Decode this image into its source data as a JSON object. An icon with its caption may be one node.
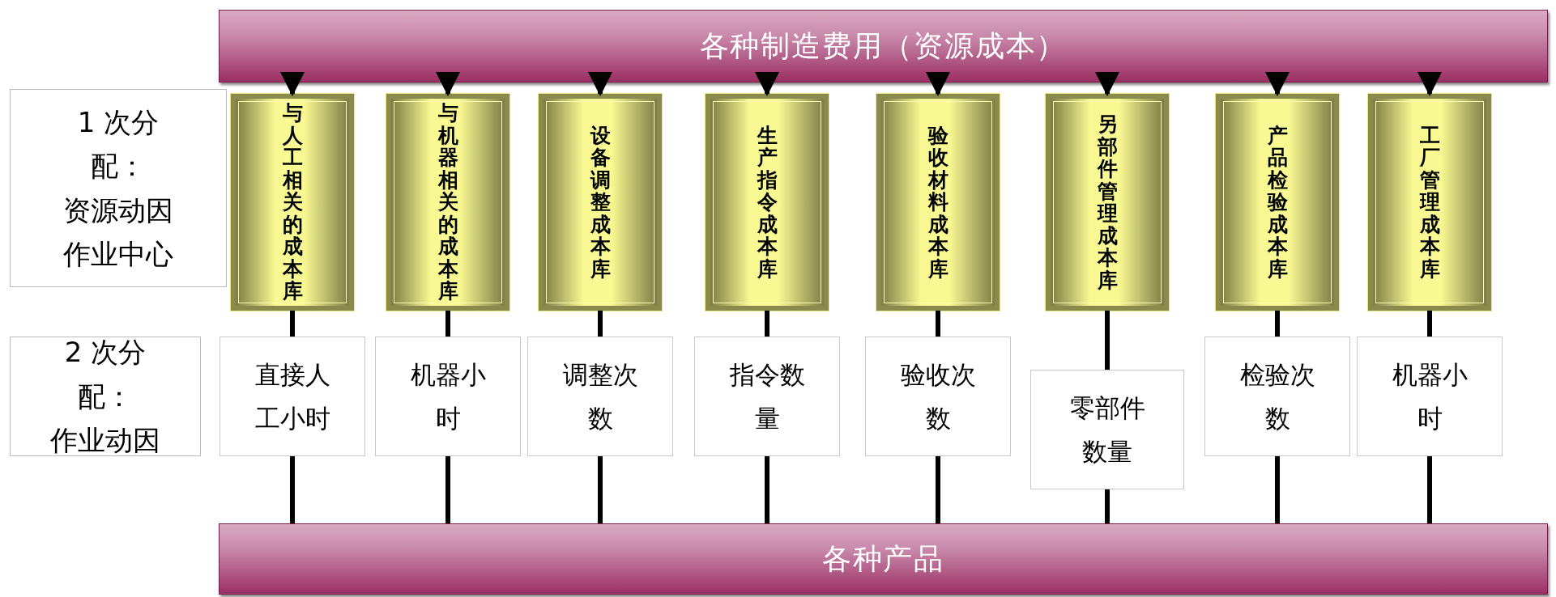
{
  "diagram": {
    "nodes": [
      {
        "text": [
          "各种制造费用（资源成本）"
        ]
      },
      {
        "text": [
          "1 次分配：",
          "资源动因作业中心"
        ]
      },
      {
        "text": [
          "与人工相关的成本库"
        ]
      },
      {
        "text": [
          "与机器相关的成本库"
        ]
      },
      {
        "text": [
          "设备调整成本库"
        ]
      },
      {
        "text": [
          "生产指令成本库"
        ]
      },
      {
        "text": [
          "验收材料成本库"
        ]
      },
      {
        "text": [
          "另部件管理成本库"
        ]
      },
      {
        "text": [
          "产品检验成本库"
        ]
      },
      {
        "text": [
          "工厂管理成本库"
        ]
      },
      {
        "text": [
          "2 次分配：",
          "作业动因"
        ]
      },
      {
        "text": [
          "直接人工小时"
        ]
      },
      {
        "text": [
          "机器小时"
        ]
      },
      {
        "text": [
          "调整次数"
        ]
      },
      {
        "text": [
          "指令数量"
        ]
      },
      {
        "text": [
          "验收次数"
        ]
      },
      {
        "text": [
          "零部件数量"
        ]
      },
      {
        "text": [
          "检验次数"
        ]
      },
      {
        "text": [
          "机器小时"
        ]
      },
      {
        "text": [
          "各种产品"
        ]
      }
    ],
    "edges": [
      {
        "from": 0,
        "to": 2,
        "arrow": "to"
      },
      {
        "from": 0,
        "to": 3,
        "arrow": "to"
      },
      {
        "from": 0,
        "to": 4,
        "arrow": "to"
      },
      {
        "from": 0,
        "to": 5,
        "arrow": "to"
      },
      {
        "from": 0,
        "to": 6,
        "arrow": "to"
      },
      {
        "from": 0,
        "to": 7,
        "arrow": "to"
      },
      {
        "from": 0,
        "to": 8,
        "arrow": "to"
      },
      {
        "from": 0,
        "to": 9,
        "arrow": "to"
      },
      {
        "from": 2,
        "to": 11,
        "arrow": "none"
      },
      {
        "from": 3,
        "to": 12,
        "arrow": "none"
      },
      {
        "from": 4,
        "to": 13,
        "arrow": "none"
      },
      {
        "from": 5,
        "to": 14,
        "arrow": "none"
      },
      {
        "from": 6,
        "to": 15,
        "arrow": "none"
      },
      {
        "from": 7,
        "to": 16,
        "arrow": "none"
      },
      {
        "from": 8,
        "to": 17,
        "arrow": "none"
      },
      {
        "from": 9,
        "to": 18,
        "arrow": "none"
      },
      {
        "from": 11,
        "to": 19,
        "arrow": "none"
      },
      {
        "from": 12,
        "to": 19,
        "arrow": "none"
      },
      {
        "from": 13,
        "to": 19,
        "arrow": "none"
      },
      {
        "from": 14,
        "to": 19,
        "arrow": "none"
      },
      {
        "from": 15,
        "to": 19,
        "arrow": "none"
      },
      {
        "from": 16,
        "to": 19,
        "arrow": "none"
      },
      {
        "from": 17,
        "to": 19,
        "arrow": "none"
      },
      {
        "from": 18,
        "to": 19,
        "arrow": "none"
      }
    ]
  }
}
